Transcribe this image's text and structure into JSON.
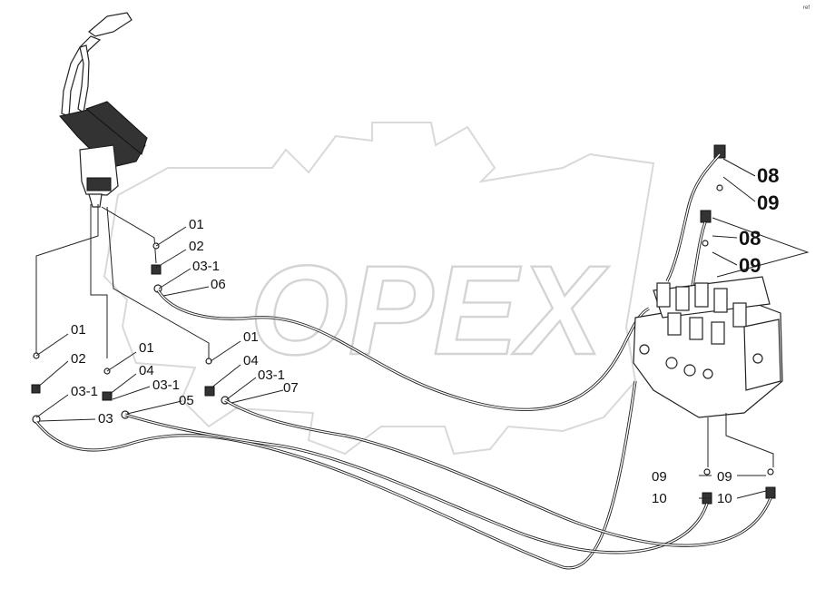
{
  "watermark": {
    "text": "OPEX"
  },
  "corner_ref": "ref",
  "callouts": {
    "left_01": "01",
    "left_02": "02",
    "left_03_1": "03-1",
    "left_03": "03",
    "mid_01": "01",
    "mid_04": "04",
    "mid_03_1": "03-1",
    "mid_05": "05",
    "top_01": "01",
    "top_02": "02",
    "top_03_1": "03-1",
    "top_06": "06",
    "right_01": "01",
    "right_04": "04",
    "right_03_1": "03-1",
    "right_07": "07",
    "valve_08a": "08",
    "valve_09a": "09",
    "valve_08b": "08",
    "valve_09b": "09",
    "bot_09a": "09",
    "bot_10a": "10",
    "bot_09b": "09",
    "bot_10b": "10"
  }
}
